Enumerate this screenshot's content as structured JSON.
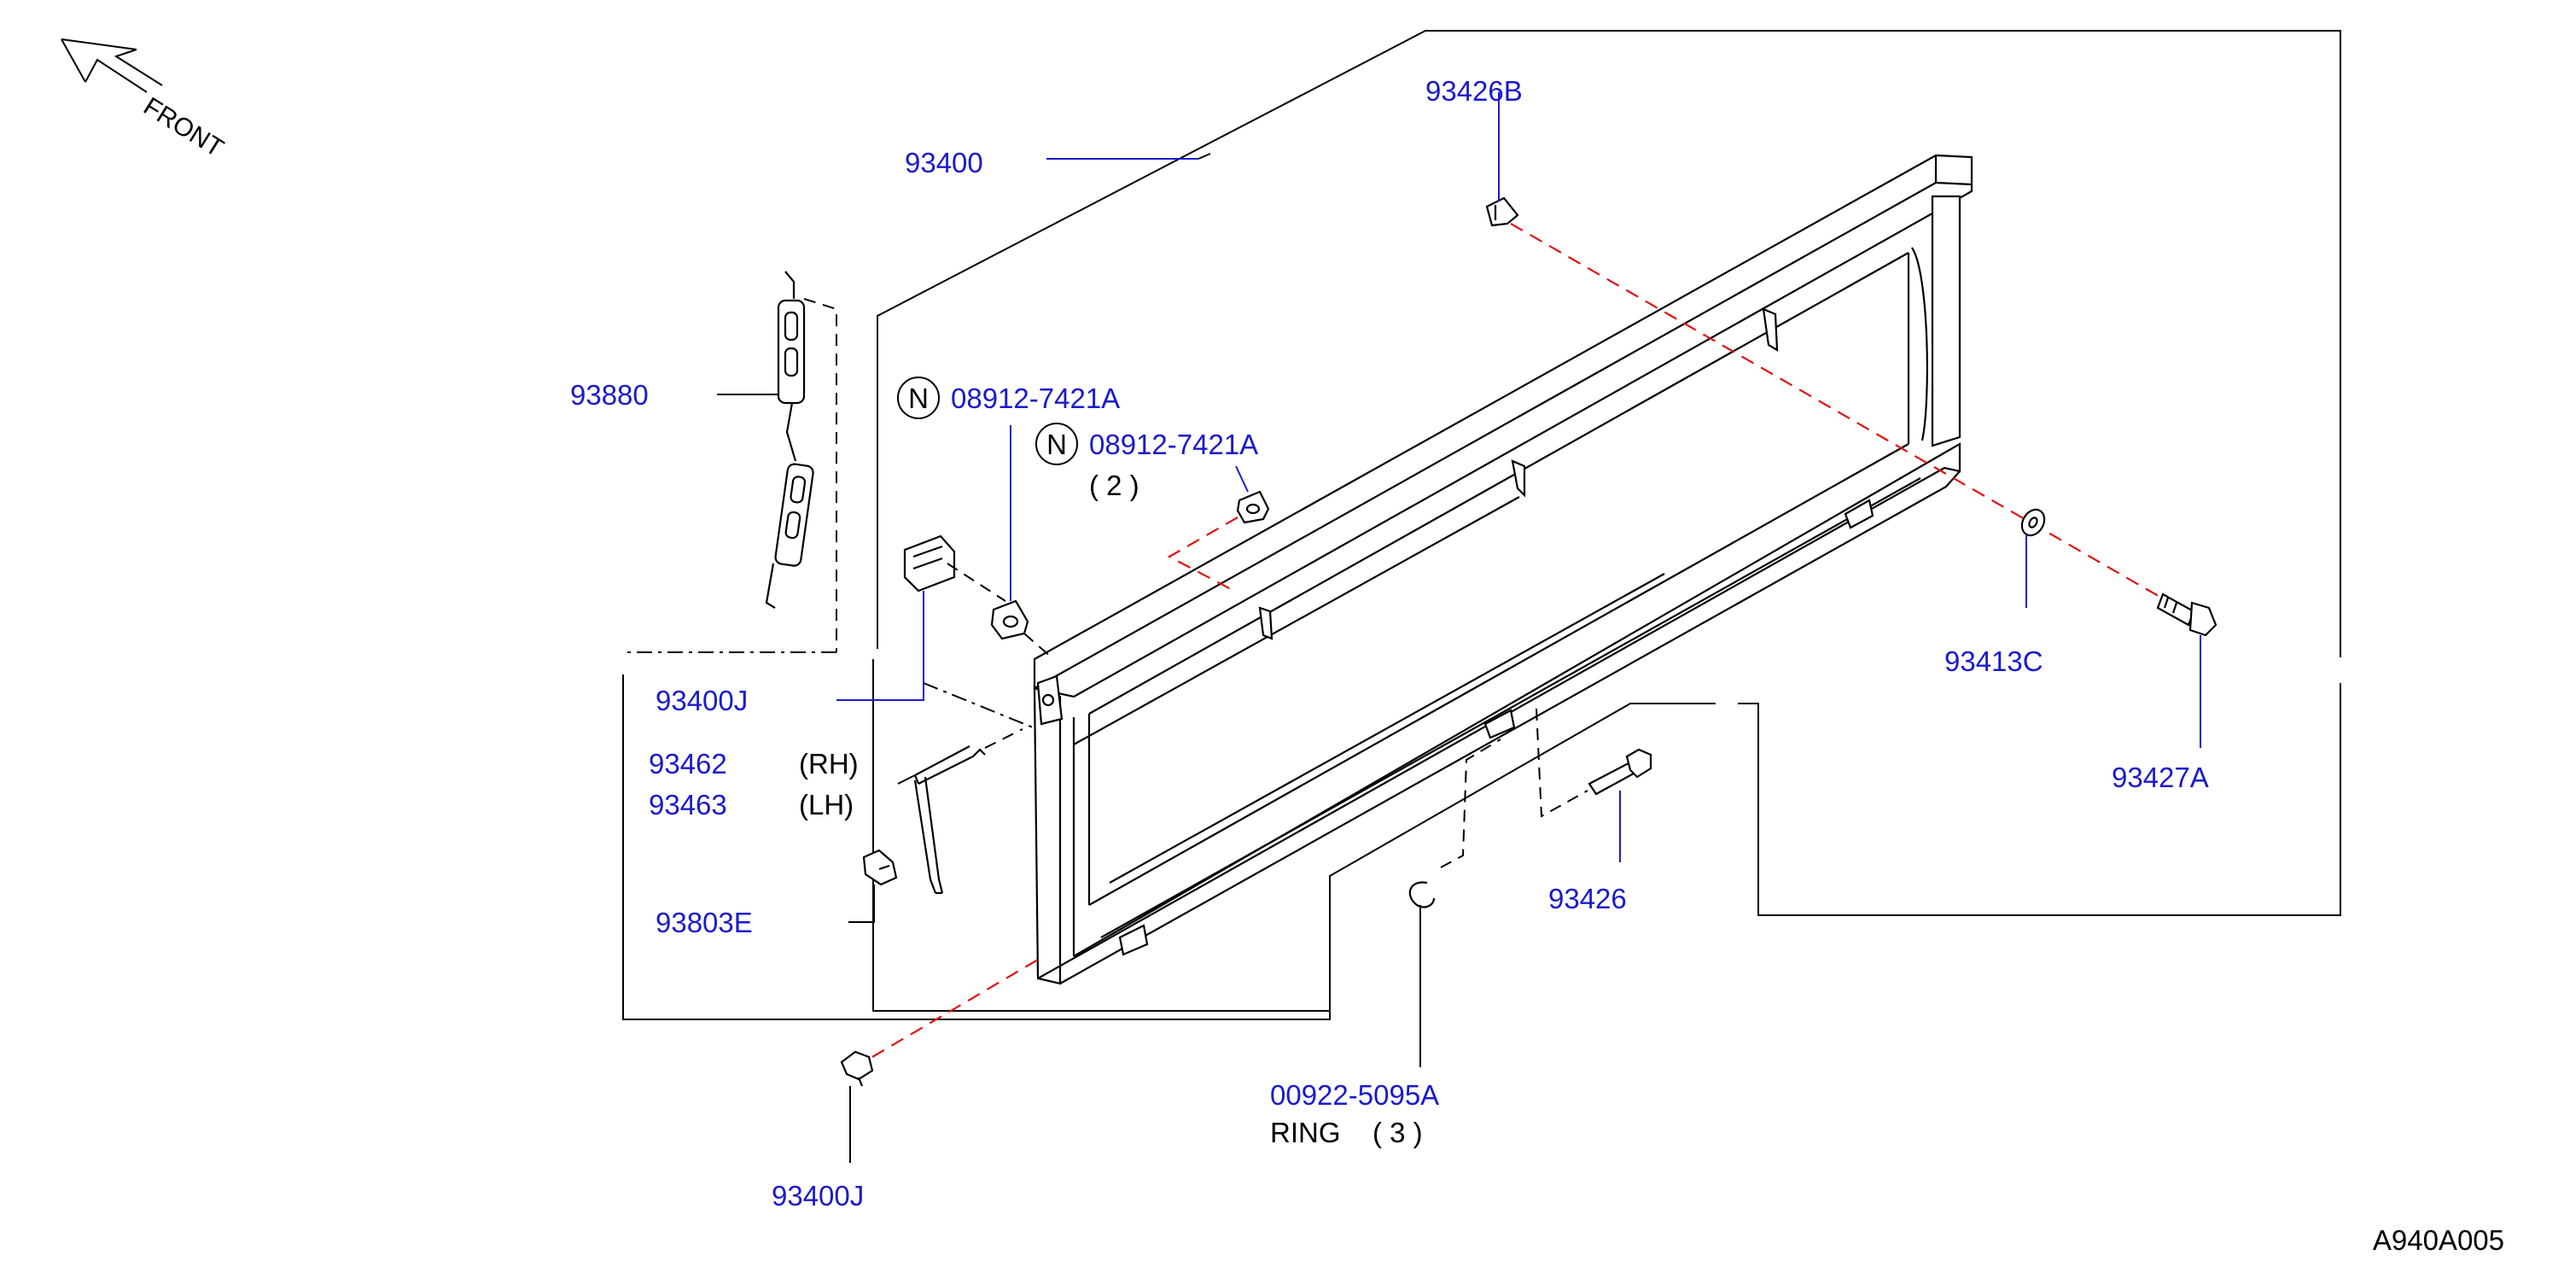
{
  "front": {
    "label": "FRONT"
  },
  "parts": {
    "p93400": "93400",
    "p93426B": "93426B",
    "p93880": "93880",
    "nut1": {
      "symbol": "N",
      "code": "08912-7421A"
    },
    "nut2": {
      "symbol": "N",
      "code": "08912-7421A",
      "qty": "( 2 )"
    },
    "p93400J_top": "93400J",
    "p93462": {
      "code": "93462",
      "side": "(RH)"
    },
    "p93463": {
      "code": "93463",
      "side": "(LH)"
    },
    "p93803E": "93803E",
    "p93413C": "93413C",
    "p93427A": "93427A",
    "p93426": "93426",
    "ring": {
      "code": "00922-5095A",
      "label": "RING",
      "qty": "( 3 )"
    },
    "p93400J_bottom": "93400J"
  },
  "diagram_id": "A940A005",
  "colors": {
    "callout": "#1a1acc",
    "centerline": "#e01010",
    "outline": "#000000"
  }
}
